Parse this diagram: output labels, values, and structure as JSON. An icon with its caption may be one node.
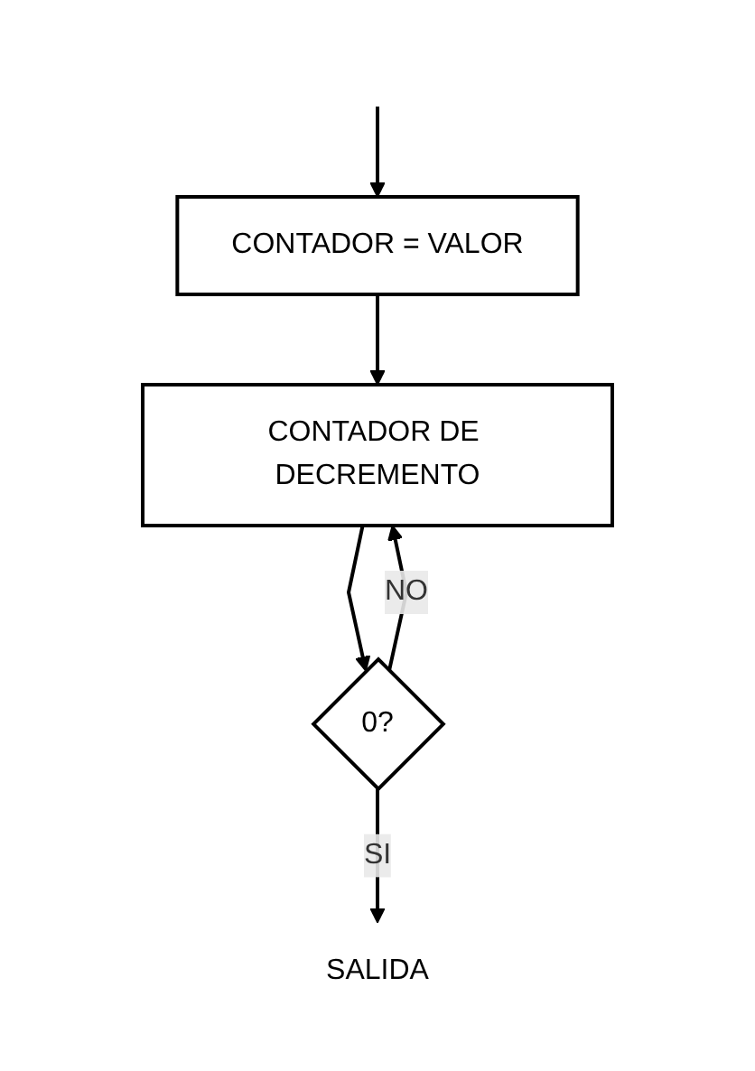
{
  "diagram": {
    "nodes": [
      {
        "text": [
          "CONTADOR = VALOR"
        ]
      },
      {
        "text": [
          "CONTADOR DE DECREMENTO"
        ]
      },
      {
        "text": [
          "0?"
        ]
      },
      {
        "text": [
          "SALIDA"
        ]
      }
    ],
    "edges": [
      {
        "from": null,
        "to": 0,
        "arrow": "to"
      },
      {
        "from": 0,
        "to": 1,
        "arrow": "to"
      },
      {
        "from": 1,
        "to": 2,
        "arrow": "to"
      },
      {
        "from": 2,
        "to": 1,
        "arrow": "to",
        "label": "NO"
      },
      {
        "from": 2,
        "to": 3,
        "arrow": "to",
        "label": "SI"
      }
    ]
  }
}
